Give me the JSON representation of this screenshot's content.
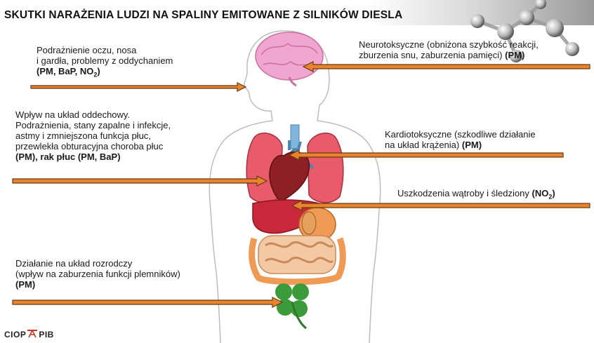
{
  "title": "SKUTKI NARAŻENIA LUDZI NA SPALINY EMITOWANE Z SILNIKÓW DIESLA",
  "labels": {
    "eyes": {
      "line1": "Podrażnienie oczu, nosa",
      "line2": "i gardła, problemy z oddychaniem",
      "line3": "(PM, BaP, NO",
      "line3_sub": "2",
      "line3_end": ")"
    },
    "neuro": {
      "line1": "Neurotoksyczne (obniżona szybkość reakcji,",
      "line2": "zburzenia snu, zaburzenia pamięci)",
      "line2_bold": "(PM)"
    },
    "respiratory": {
      "line1": "Wpływ na układ oddechowy.",
      "line2": "Podrażnienia, stany zapalne i infekcje,",
      "line3": "astmy i zmniejszona funkcja płuc,",
      "line4": "przewlekła obturacyjna choroba płuc",
      "line5": "(PM), rak płuc (PM, BaP)"
    },
    "cardio": {
      "line1": "Kardiotoksyczne (szkodliwe działanie",
      "line2": "na układ krążenia)",
      "line2_bold": "(PM)"
    },
    "liver": {
      "line1": "Uszkodzenia wątroby i śledziony",
      "line1_bold": "(NO",
      "line1_sub": "2",
      "line1_end": ")"
    },
    "reproductive": {
      "line1": "Działanie na układ rozrodczy",
      "line2": "(wpływ na zaburzenia funkcji plemników)",
      "line3": "(PM)"
    }
  },
  "logo": {
    "left": "CIOP",
    "right": "PIB"
  },
  "colors": {
    "arrow_fill": "#e8832e",
    "arrow_stroke": "#6b3a12",
    "brain": "#f0a6cf",
    "lungs": "#e95a6b",
    "heart": "#8e1f24",
    "liver": "#c9283a",
    "intestines": "#ef9b56",
    "clover": "#3b9a3a"
  }
}
